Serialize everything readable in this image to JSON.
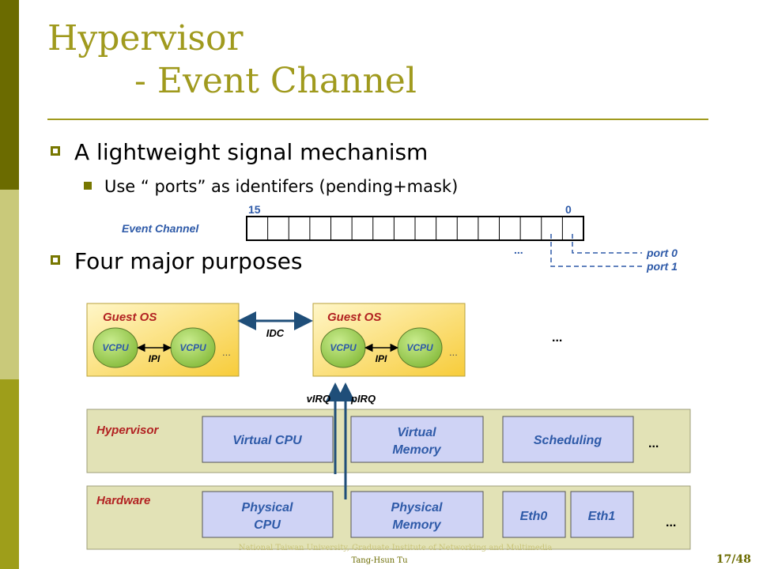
{
  "title": {
    "line1": "Hypervisor",
    "line2": "- Event Channel"
  },
  "bullets": [
    {
      "text": "A lightweight signal mechanism"
    },
    {
      "text": "Four major purposes"
    }
  ],
  "sub_bullets": [
    {
      "text": "Use “ ports” as identifers (pending+mask)"
    }
  ],
  "event_channel": {
    "label": "Event Channel",
    "high_bit": "15",
    "low_bit": "0",
    "ellipsis": "...",
    "ports": [
      "port 0",
      "port 1"
    ]
  },
  "guest_os": [
    {
      "label": "Guest OS",
      "vcpu_left": "VCPU",
      "vcpu_right": "VCPU",
      "ipi": "IPI",
      "more": "..."
    },
    {
      "label": "Guest OS",
      "vcpu_left": "VCPU",
      "vcpu_right": "VCPU",
      "ipi": "IPI",
      "more": "..."
    }
  ],
  "idc_label": "IDC",
  "top_more": "...",
  "irq_labels": {
    "virtual": "vIRQ",
    "physical": "pIRQ"
  },
  "hypervisor": {
    "label": "Hypervisor",
    "boxes": [
      {
        "lines": [
          "Virtual CPU"
        ]
      },
      {
        "lines": [
          "Virtual",
          "Memory"
        ]
      },
      {
        "lines": [
          "Scheduling"
        ]
      }
    ],
    "more": "..."
  },
  "hardware": {
    "label": "Hardware",
    "boxes": [
      {
        "lines": [
          "Physical",
          "CPU"
        ]
      },
      {
        "lines": [
          "Physical",
          "Memory"
        ]
      },
      {
        "lines": [
          "Eth0"
        ]
      },
      {
        "lines": [
          "Eth1"
        ]
      }
    ],
    "more": "..."
  },
  "footer": {
    "institution": "National Taiwan University, Graduate Institute of Networking and Multimedia",
    "author": "Tang-Hsun Tu",
    "page": "17/48"
  },
  "colors": {
    "accent": "#a09a1e",
    "olive_dark": "#6b6b00",
    "blue_text": "#2e5aa8",
    "red_text": "#b22222",
    "box_fill": "#cfd3f5",
    "layer_fill": "#e2e2b6",
    "vcpu_fill": "#9fcf5c",
    "arrow": "#1f4e79"
  }
}
